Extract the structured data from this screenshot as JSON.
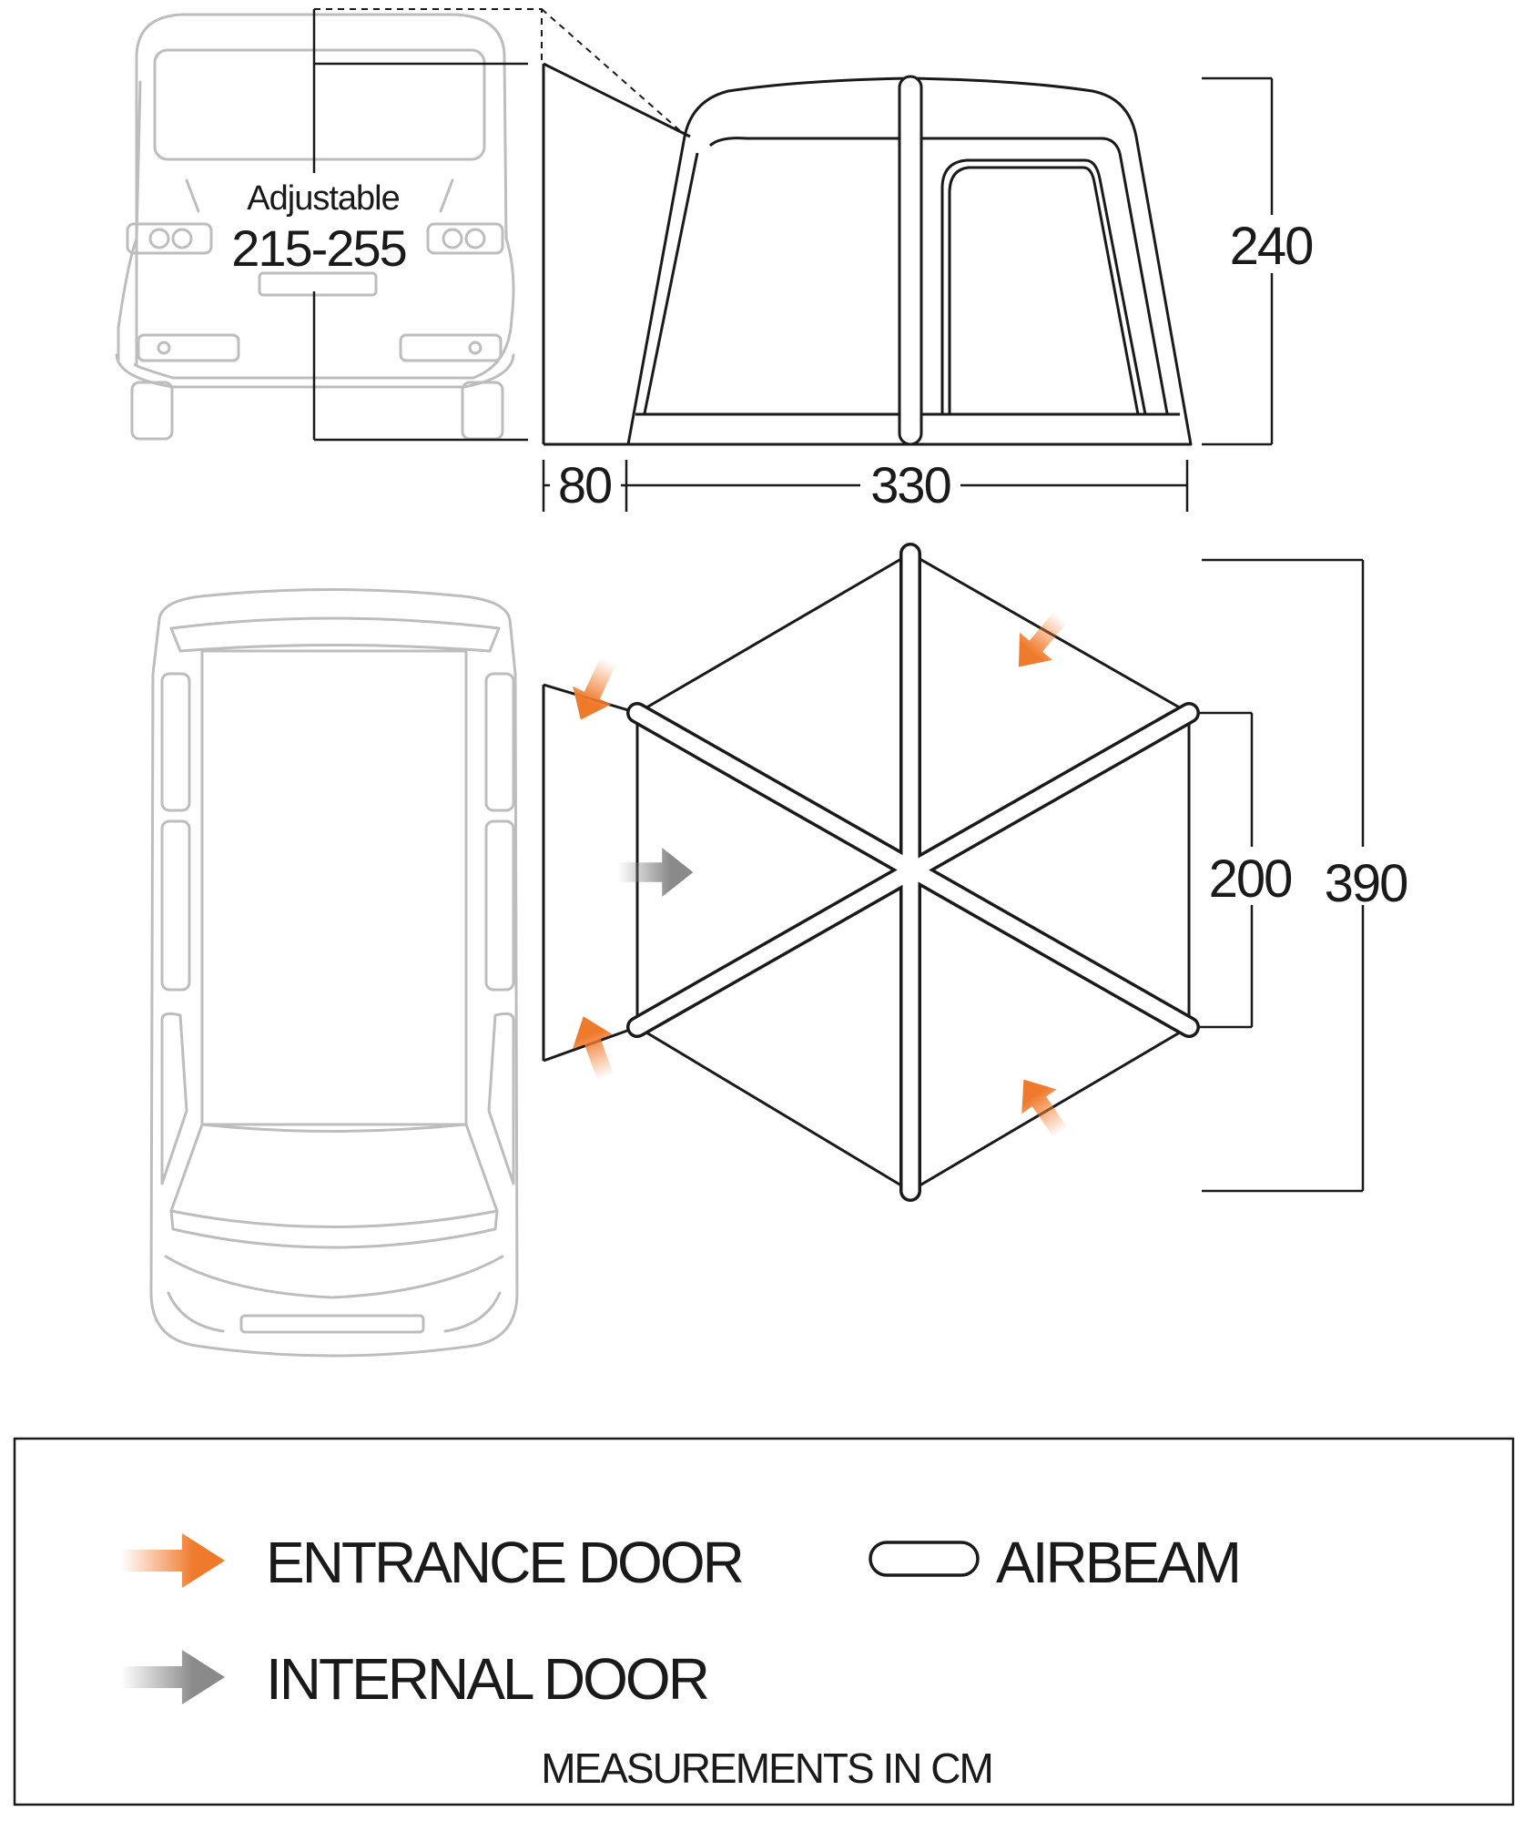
{
  "side_view": {
    "adjustable_label": "Adjustable",
    "adjustable_range": "215-255",
    "height_label": "240",
    "depth_label": "80",
    "width_label": "330"
  },
  "top_view": {
    "inner_width_label": "200",
    "overall_width_label": "390"
  },
  "legend": {
    "entrance_door": "ENTRANCE DOOR",
    "internal_door": "INTERNAL DOOR",
    "airbeam": "AIRBEAM",
    "measurements_note": "MEASUREMENTS IN CM"
  },
  "colors": {
    "entrance_arrow": "#f07a2c",
    "internal_arrow": "#8a8a8a",
    "van_outline": "#bdbdbd",
    "tent_outline": "#1a1a1a"
  }
}
